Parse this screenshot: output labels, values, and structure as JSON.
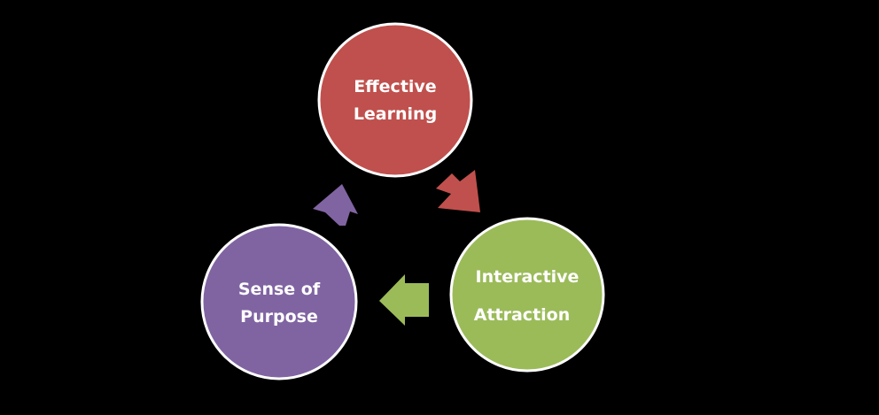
{
  "diagram": {
    "type": "cycle",
    "nodes": [
      {
        "id": "effective-learning",
        "lines": [
          "Effective",
          "Learning"
        ],
        "color": "#c0504d"
      },
      {
        "id": "interactive-attraction",
        "lines": [
          "Interactive",
          "Attraction"
        ],
        "color": "#9bbb59"
      },
      {
        "id": "sense-of-purpose",
        "lines": [
          "Sense of",
          "Purpose"
        ],
        "color": "#8064a2"
      }
    ],
    "edges": [
      {
        "from": "effective-learning",
        "to": "interactive-attraction",
        "color": "#c0504d"
      },
      {
        "from": "interactive-attraction",
        "to": "sense-of-purpose",
        "color": "#9bbb59"
      },
      {
        "from": "sense-of-purpose",
        "to": "effective-learning",
        "color": "#8064a2"
      }
    ],
    "border_color": "#ffffff",
    "background": "#000000"
  }
}
